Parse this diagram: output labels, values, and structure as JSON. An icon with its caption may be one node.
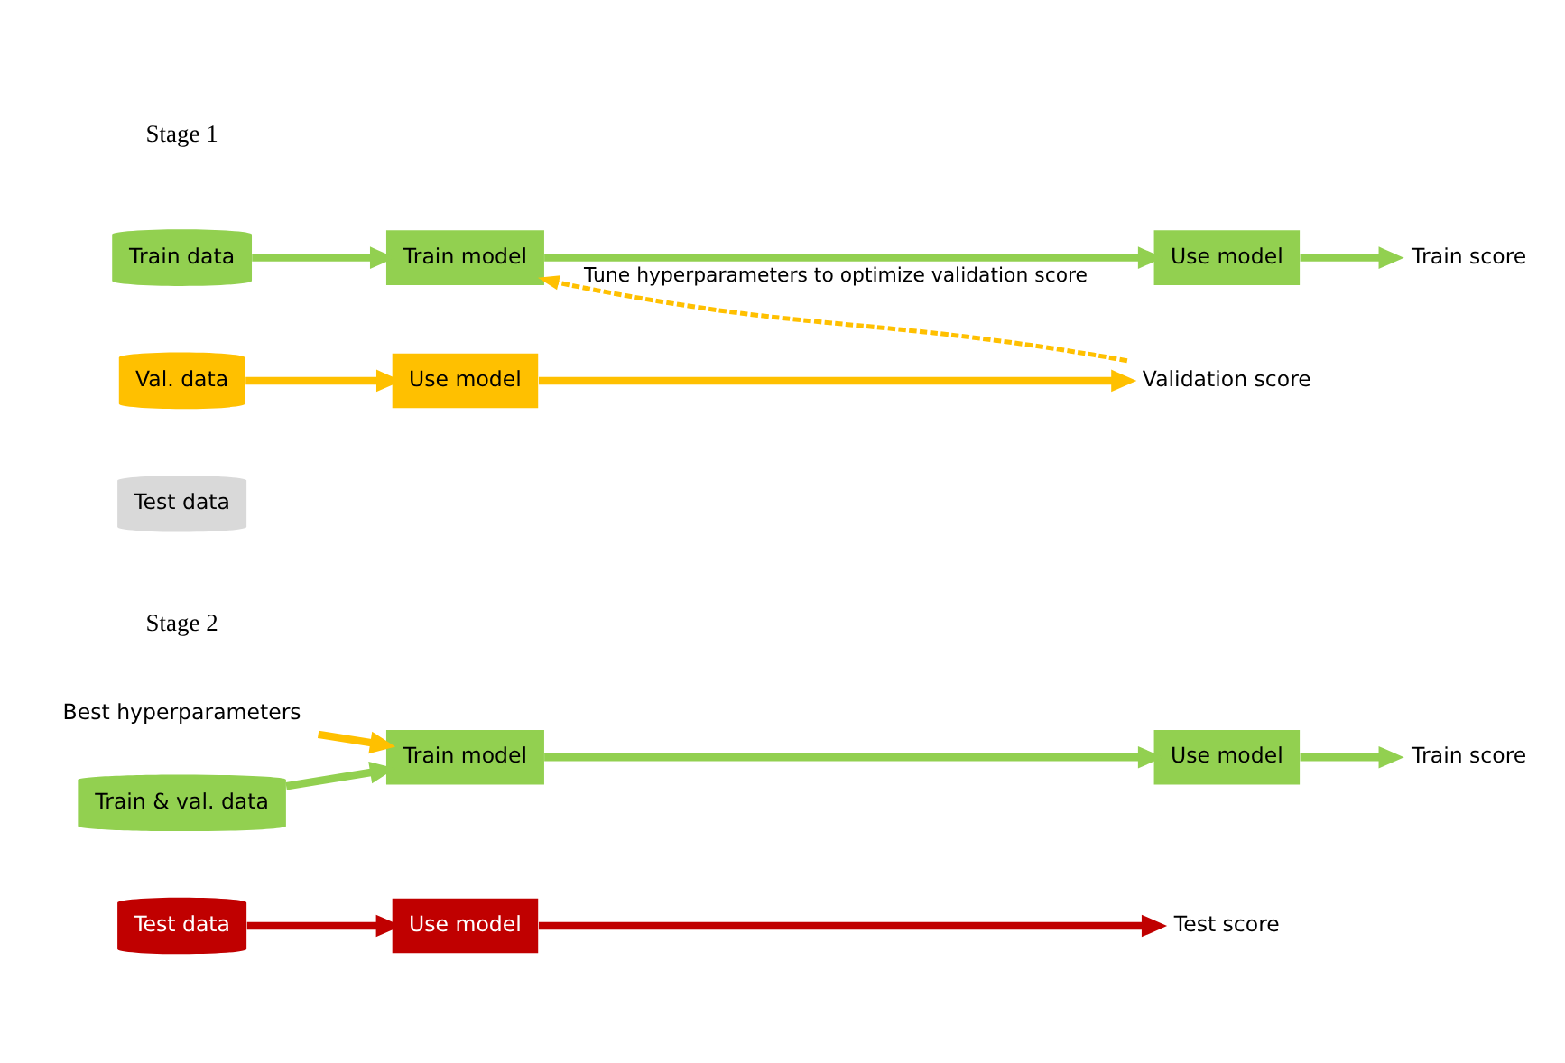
{
  "diagram": {
    "nodes": [
      {
        "text": [
          "Train data"
        ]
      },
      {
        "text": [
          "Val. data"
        ]
      },
      {
        "text": [
          "Test data"
        ]
      },
      {
        "text": [
          "Train model"
        ]
      },
      {
        "text": [
          "Use model"
        ]
      },
      {
        "text": [
          "Train score"
        ]
      },
      {
        "text": [
          "Use model"
        ]
      },
      {
        "text": [
          "Validation score"
        ]
      },
      {
        "text": [
          "Train & val. data"
        ]
      },
      {
        "text": [
          "Test data"
        ]
      },
      {
        "text": [
          "Train model"
        ]
      },
      {
        "text": [
          "Use model"
        ]
      },
      {
        "text": [
          "Train score"
        ]
      },
      {
        "text": [
          "Use model"
        ]
      },
      {
        "text": [
          "Test score"
        ]
      },
      {
        "text": [
          "Best hyperparameters"
        ]
      }
    ],
    "edges": [
      {
        "from": 0,
        "to": 3,
        "arrow": "to"
      },
      {
        "from": 3,
        "to": 4,
        "arrow": "to"
      },
      {
        "from": 4,
        "to": 5,
        "arrow": "to"
      },
      {
        "from": 1,
        "to": 6,
        "arrow": "to",
        "color": "#ffc000"
      },
      {
        "from": 6,
        "to": 7,
        "arrow": "to",
        "color": "#ffc000"
      },
      {
        "from": 7,
        "to": 3,
        "arrow": "to",
        "label": "Tune hyperparameters to optimize validation score",
        "style": "dashed",
        "color": "#ffc000"
      },
      {
        "from": 15,
        "to": 10,
        "arrow": "to",
        "color": "#ffc000"
      },
      {
        "from": 8,
        "to": 10,
        "arrow": "to"
      },
      {
        "from": 10,
        "to": 11,
        "arrow": "to"
      },
      {
        "from": 11,
        "to": 12,
        "arrow": "to"
      },
      {
        "from": 9,
        "to": 13,
        "arrow": "to",
        "color": "#c00000"
      },
      {
        "from": 13,
        "to": 14,
        "arrow": "to",
        "color": "#c00000"
      }
    ],
    "labels": [
      "Stage 1",
      "Stage 2"
    ]
  }
}
